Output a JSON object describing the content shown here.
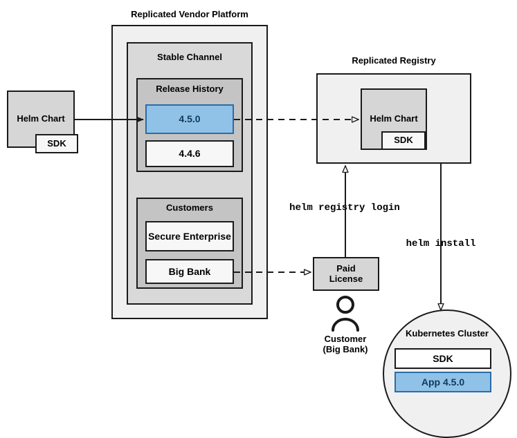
{
  "diagram": {
    "title_vendor_platform": "Replicated Vendor Platform",
    "title_registry": "Replicated Registry",
    "groups": {
      "stable_channel": "Stable Channel",
      "release_history": "Release History",
      "customers": "Customers"
    },
    "releases": [
      {
        "label": "4.5.0",
        "highlighted": true
      },
      {
        "label": "4.4.6",
        "highlighted": false
      }
    ],
    "customers": [
      {
        "label": "Secure Enterprise"
      },
      {
        "label": "Big Bank"
      }
    ],
    "source_chart": {
      "label": "Helm Chart",
      "sdk_label": "SDK"
    },
    "registry_chart": {
      "label": "Helm Chart",
      "sdk_label": "SDK"
    },
    "license": {
      "line1": "Paid",
      "line2": "License"
    },
    "customer_actor": {
      "line1": "Customer",
      "line2": "(Big Bank)",
      "icon": "person-icon"
    },
    "commands": {
      "registry_login": "helm registry login",
      "install": "helm install"
    },
    "cluster": {
      "title": "Kubernetes Cluster",
      "items": [
        {
          "label": "SDK",
          "highlighted": false
        },
        {
          "label": "App 4.5.0",
          "highlighted": true
        }
      ]
    },
    "colors": {
      "accent_blue_fill": "#90c2e7",
      "accent_blue_border": "#2a6ca8",
      "accent_blue_text": "#12395c",
      "outline": "#1a1a1a",
      "panel_light": "#f0f0f0",
      "panel_mid": "#d9d9d9",
      "panel_dark": "#c4c4c4",
      "box_white": "#f7f7f7",
      "box_grey": "#d6d6d6"
    }
  }
}
